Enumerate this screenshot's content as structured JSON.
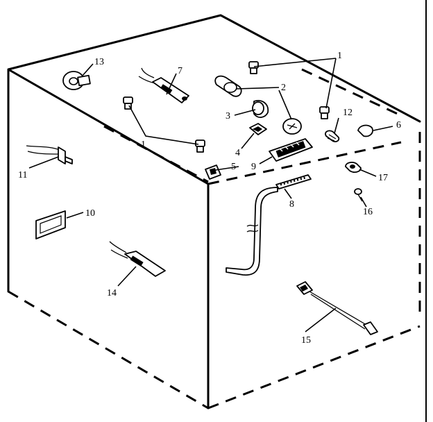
{
  "diagram": {
    "callouts": [
      {
        "id": "c1a",
        "text": "1"
      },
      {
        "id": "c1b",
        "text": "1"
      },
      {
        "id": "c2",
        "text": "2"
      },
      {
        "id": "c3",
        "text": "3"
      },
      {
        "id": "c4",
        "text": "4"
      },
      {
        "id": "c5",
        "text": "5"
      },
      {
        "id": "c6",
        "text": "6"
      },
      {
        "id": "c7",
        "text": "7"
      },
      {
        "id": "c8",
        "text": "8"
      },
      {
        "id": "c9",
        "text": "9"
      },
      {
        "id": "c10",
        "text": "10"
      },
      {
        "id": "c11",
        "text": "11"
      },
      {
        "id": "c12",
        "text": "12"
      },
      {
        "id": "c13",
        "text": "13"
      },
      {
        "id": "c14",
        "text": "14"
      },
      {
        "id": "c15",
        "text": "15"
      },
      {
        "id": "c16",
        "text": "16"
      },
      {
        "id": "c17",
        "text": "17"
      }
    ]
  }
}
